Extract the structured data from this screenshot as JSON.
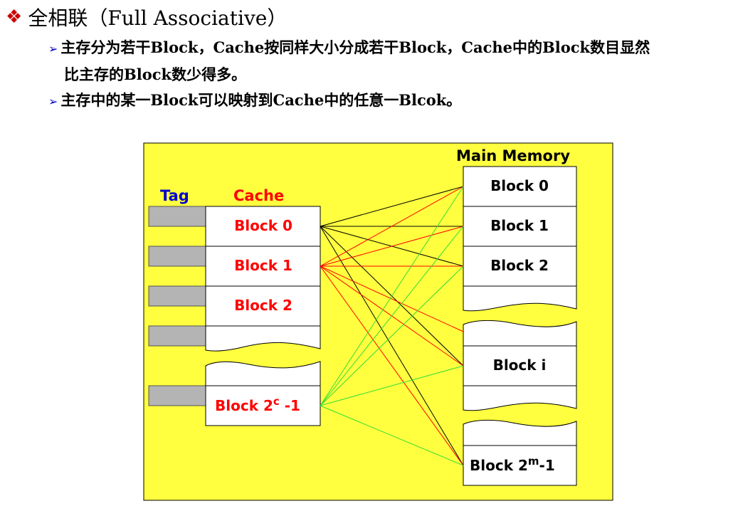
{
  "header": {
    "bullet_symbol": "❖",
    "title": "全相联（Full Associative）"
  },
  "bullets": [
    {
      "arrow": "➢",
      "line1": "主存分为若干Block，Cache按同样大小分成若干Block，Cache中的Block数目显然",
      "line2": "比主存的Block数少得多。"
    },
    {
      "arrow": "➢",
      "line1": "主存中的某一Block可以映射到Cache中的任意一Blcok。"
    }
  ],
  "diagram": {
    "tag_label": "Tag",
    "cache_label": "Cache",
    "memory_label": "Main Memory",
    "cache_blocks": [
      "Block 0",
      "Block 1",
      "Block 2"
    ],
    "cache_last_block": {
      "prefix": "Block 2",
      "sup": "c",
      "suffix": " -1"
    },
    "memory_blocks": [
      "Block 0",
      "Block 1",
      "Block 2"
    ],
    "memory_block_i": "Block i",
    "memory_last_block": {
      "prefix": "Block 2",
      "sup": "m",
      "suffix": "-1"
    },
    "colors": {
      "background": "#ffff40",
      "tag": "#b4b4b4",
      "tag_label": "#0000cc",
      "cache_text": "#ff0000",
      "memory_text": "#000000",
      "line_black": "#000000",
      "line_red": "#ff0000",
      "line_green": "#33dd33"
    }
  }
}
